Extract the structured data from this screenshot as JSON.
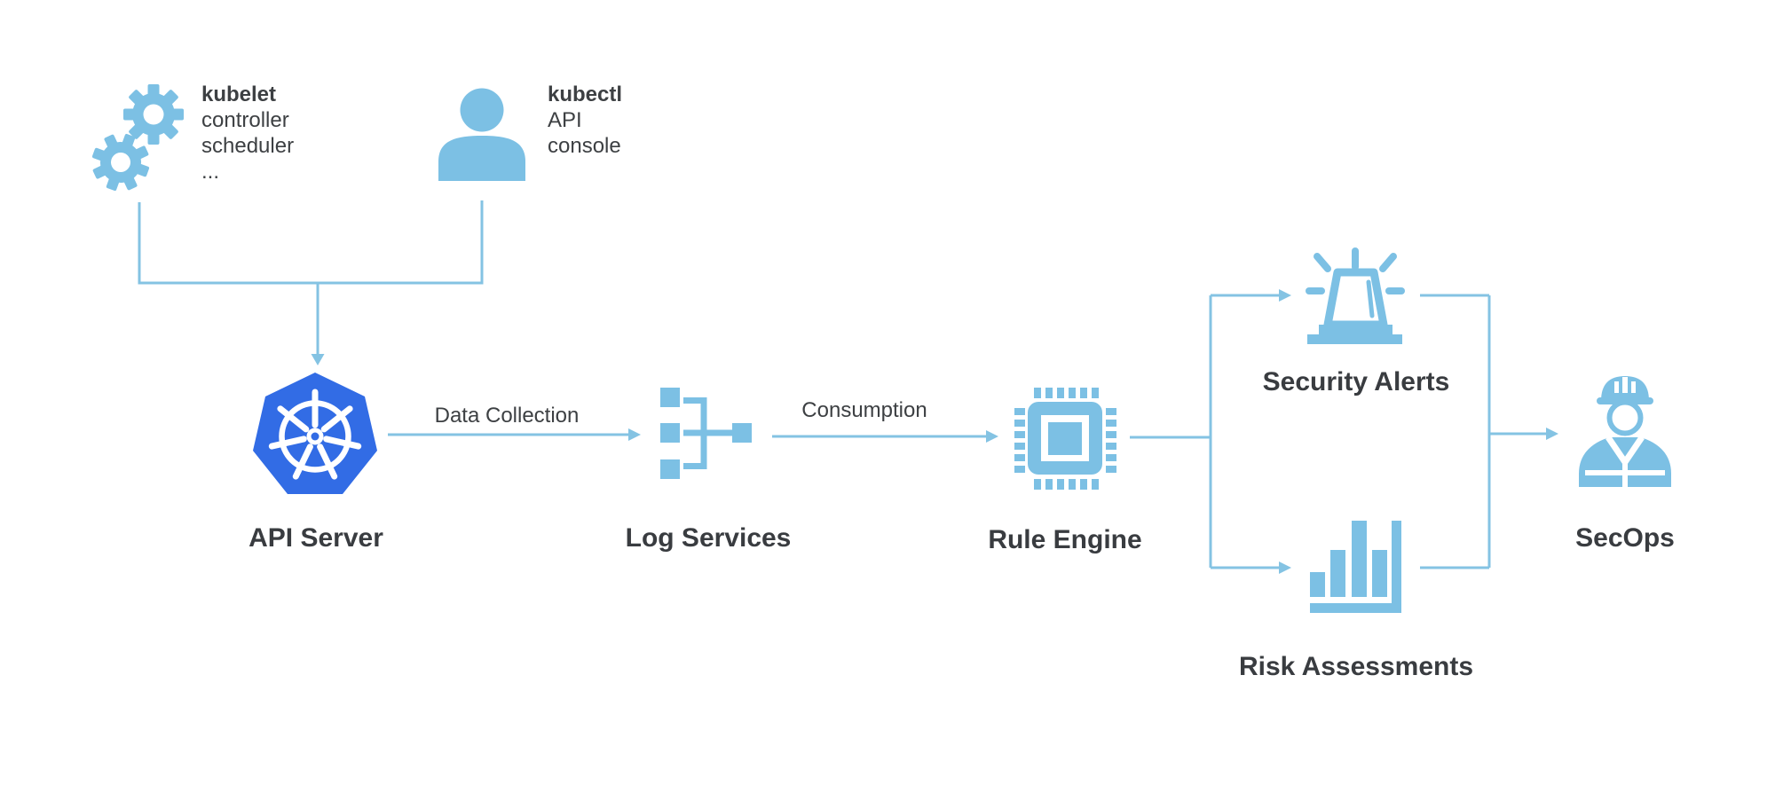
{
  "palette": {
    "icon_blue": "#7CC0E4",
    "line_blue": "#84C3E3",
    "kubernetes_blue": "#326CE5",
    "text_dark": "#3B3E42"
  },
  "sources": {
    "workloads": {
      "lines": [
        "kubelet",
        "controller",
        "scheduler",
        "..."
      ]
    },
    "users": {
      "lines": [
        "kubectl",
        "API",
        "console"
      ]
    }
  },
  "nodes": {
    "api_server": "API Server",
    "log_services": "Log Services",
    "rule_engine": "Rule Engine",
    "security_alerts": "Security Alerts",
    "risk_assessments": "Risk Assessments",
    "secops": "SecOps"
  },
  "edges": {
    "data_collection": "Data Collection",
    "consumption": "Consumption"
  },
  "icons": [
    "gears-icon",
    "user-icon",
    "kubernetes-wheel-icon",
    "log-branch-icon",
    "cpu-chip-icon",
    "siren-icon",
    "bar-chart-icon",
    "worker-hardhat-icon"
  ]
}
